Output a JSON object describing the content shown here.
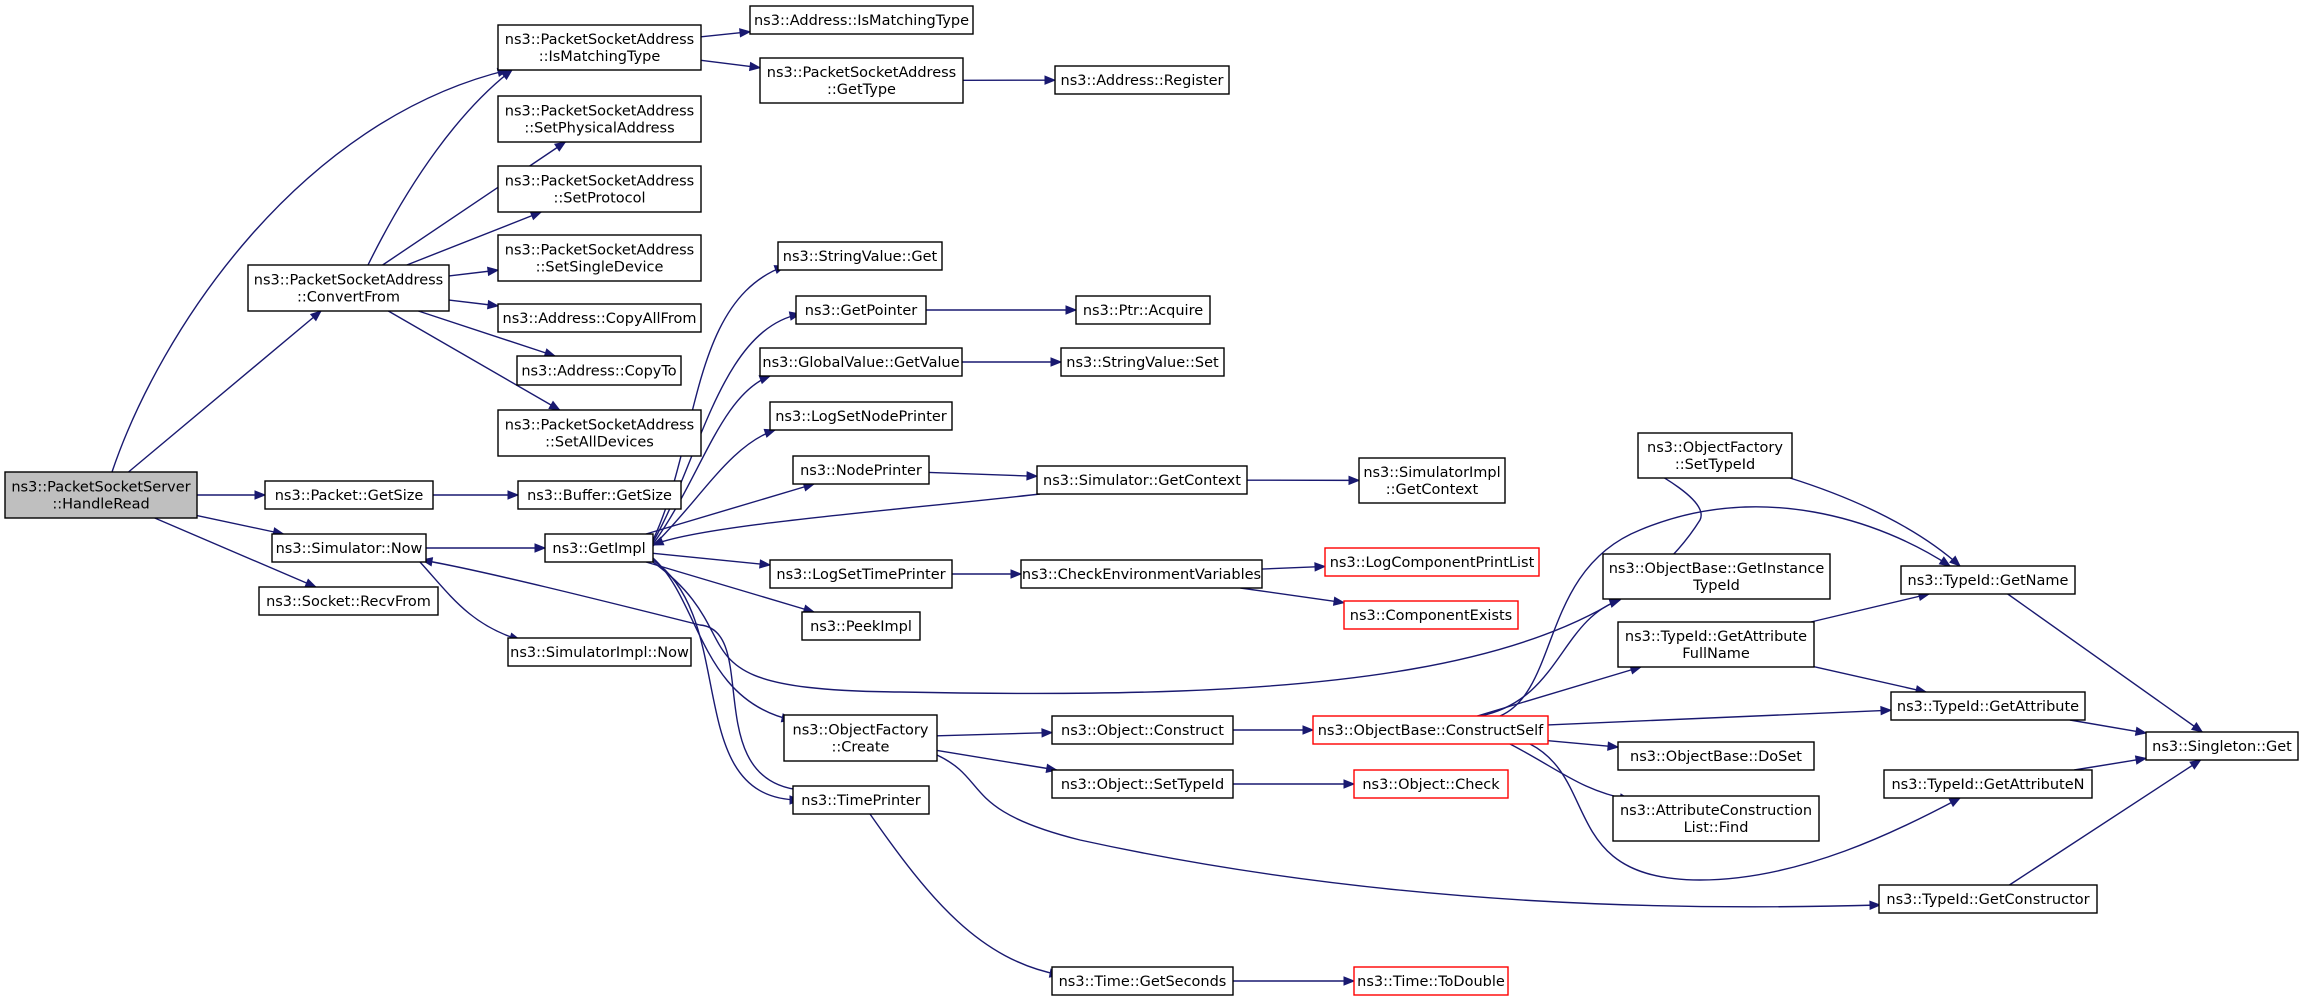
{
  "diagram": {
    "type": "call-graph",
    "colors": {
      "edge": "#191970",
      "root_fill": "#bfbfbf",
      "node_border": "#000000",
      "truncated_border": "#ff0000"
    }
  },
  "nodes": [
    {
      "id": "handleread",
      "lines": [
        "ns3::PacketSocketServer",
        "::HandleRead"
      ],
      "style": "root"
    },
    {
      "id": "psa_ismatching",
      "lines": [
        "ns3::PacketSocketAddress",
        "::IsMatchingType"
      ]
    },
    {
      "id": "addr_ismatching",
      "lines": [
        "ns3::Address::IsMatchingType"
      ]
    },
    {
      "id": "psa_gettype",
      "lines": [
        "ns3::PacketSocketAddress",
        "::GetType"
      ]
    },
    {
      "id": "addr_register",
      "lines": [
        "ns3::Address::Register"
      ]
    },
    {
      "id": "psa_setphysical",
      "lines": [
        "ns3::PacketSocketAddress",
        "::SetPhysicalAddress"
      ]
    },
    {
      "id": "psa_setprotocol",
      "lines": [
        "ns3::PacketSocketAddress",
        "::SetProtocol"
      ]
    },
    {
      "id": "psa_setsingle",
      "lines": [
        "ns3::PacketSocketAddress",
        "::SetSingleDevice"
      ]
    },
    {
      "id": "psa_convertfrom",
      "lines": [
        "ns3::PacketSocketAddress",
        "::ConvertFrom"
      ]
    },
    {
      "id": "addr_copyallfrom",
      "lines": [
        "ns3::Address::CopyAllFrom"
      ]
    },
    {
      "id": "addr_copyto",
      "lines": [
        "ns3::Address::CopyTo"
      ]
    },
    {
      "id": "psa_setalldevices",
      "lines": [
        "ns3::PacketSocketAddress",
        "::SetAllDevices"
      ]
    },
    {
      "id": "packet_getsize",
      "lines": [
        "ns3::Packet::GetSize"
      ]
    },
    {
      "id": "buffer_getsize",
      "lines": [
        "ns3::Buffer::GetSize"
      ]
    },
    {
      "id": "sim_now",
      "lines": [
        "ns3::Simulator::Now"
      ]
    },
    {
      "id": "socket_recvfrom",
      "lines": [
        "ns3::Socket::RecvFrom"
      ]
    },
    {
      "id": "getimpl",
      "lines": [
        "ns3::GetImpl"
      ]
    },
    {
      "id": "simimpl_now",
      "lines": [
        "ns3::SimulatorImpl::Now"
      ]
    },
    {
      "id": "stringvalue_get",
      "lines": [
        "ns3::StringValue::Get"
      ]
    },
    {
      "id": "getpointer",
      "lines": [
        "ns3::GetPointer"
      ]
    },
    {
      "id": "ptr_acquire",
      "lines": [
        "ns3::Ptr::Acquire"
      ]
    },
    {
      "id": "globalvalue_getvalue",
      "lines": [
        "ns3::GlobalValue::GetValue"
      ]
    },
    {
      "id": "stringvalue_set",
      "lines": [
        "ns3::StringValue::Set"
      ]
    },
    {
      "id": "logsetnodeprinter",
      "lines": [
        "ns3::LogSetNodePrinter"
      ]
    },
    {
      "id": "nodeprinter",
      "lines": [
        "ns3::NodePrinter"
      ]
    },
    {
      "id": "sim_getcontext",
      "lines": [
        "ns3::Simulator::GetContext"
      ]
    },
    {
      "id": "simimpl_getcontext",
      "lines": [
        "ns3::SimulatorImpl",
        "::GetContext"
      ]
    },
    {
      "id": "logsettimeprinter",
      "lines": [
        "ns3::LogSetTimePrinter"
      ]
    },
    {
      "id": "checkenv",
      "lines": [
        "ns3::CheckEnvironmentVariables"
      ]
    },
    {
      "id": "logcomponentprintlist",
      "lines": [
        "ns3::LogComponentPrintList"
      ],
      "style": "red"
    },
    {
      "id": "componentexists",
      "lines": [
        "ns3::ComponentExists"
      ],
      "style": "red"
    },
    {
      "id": "peekimpl",
      "lines": [
        "ns3::PeekImpl"
      ]
    },
    {
      "id": "objectfactory_create",
      "lines": [
        "ns3::ObjectFactory",
        "::Create"
      ]
    },
    {
      "id": "timeprinter",
      "lines": [
        "ns3::TimePrinter"
      ]
    },
    {
      "id": "object_construct",
      "lines": [
        "ns3::Object::Construct"
      ]
    },
    {
      "id": "object_settypeid",
      "lines": [
        "ns3::Object::SetTypeId"
      ]
    },
    {
      "id": "objectbase_constructself",
      "lines": [
        "ns3::ObjectBase::ConstructSelf"
      ],
      "style": "red"
    },
    {
      "id": "object_check",
      "lines": [
        "ns3::Object::Check"
      ],
      "style": "red"
    },
    {
      "id": "time_getseconds",
      "lines": [
        "ns3::Time::GetSeconds"
      ]
    },
    {
      "id": "time_todouble",
      "lines": [
        "ns3::Time::ToDouble"
      ],
      "style": "red"
    },
    {
      "id": "objectfactory_settypeid",
      "lines": [
        "ns3::ObjectFactory",
        "::SetTypeId"
      ]
    },
    {
      "id": "objectbase_getinstancetypeid",
      "lines": [
        "ns3::ObjectBase::GetInstance",
        "TypeId"
      ]
    },
    {
      "id": "typeid_getattributefullname",
      "lines": [
        "ns3::TypeId::GetAttribute",
        "FullName"
      ]
    },
    {
      "id": "objectbase_doset",
      "lines": [
        "ns3::ObjectBase::DoSet"
      ]
    },
    {
      "id": "attrconstructionlist_find",
      "lines": [
        "ns3::AttributeConstruction",
        "List::Find"
      ]
    },
    {
      "id": "typeid_getname",
      "lines": [
        "ns3::TypeId::GetName"
      ]
    },
    {
      "id": "typeid_getattribute",
      "lines": [
        "ns3::TypeId::GetAttribute"
      ]
    },
    {
      "id": "typeid_getattributen",
      "lines": [
        "ns3::TypeId::GetAttributeN"
      ]
    },
    {
      "id": "typeid_getconstructor",
      "lines": [
        "ns3::TypeId::GetConstructor"
      ]
    },
    {
      "id": "singleton_get",
      "lines": [
        "ns3::Singleton::Get"
      ]
    }
  ],
  "edges": [
    [
      "handleread",
      "psa_ismatching"
    ],
    [
      "handleread",
      "psa_convertfrom"
    ],
    [
      "handleread",
      "packet_getsize"
    ],
    [
      "handleread",
      "sim_now"
    ],
    [
      "handleread",
      "socket_recvfrom"
    ],
    [
      "psa_ismatching",
      "addr_ismatching"
    ],
    [
      "psa_ismatching",
      "psa_gettype"
    ],
    [
      "psa_gettype",
      "addr_register"
    ],
    [
      "psa_convertfrom",
      "psa_ismatching"
    ],
    [
      "psa_convertfrom",
      "psa_setphysical"
    ],
    [
      "psa_convertfrom",
      "psa_setprotocol"
    ],
    [
      "psa_convertfrom",
      "psa_setsingle"
    ],
    [
      "psa_convertfrom",
      "addr_copyallfrom"
    ],
    [
      "psa_convertfrom",
      "addr_copyto"
    ],
    [
      "psa_convertfrom",
      "psa_setalldevices"
    ],
    [
      "packet_getsize",
      "buffer_getsize"
    ],
    [
      "sim_now",
      "getimpl"
    ],
    [
      "sim_now",
      "simimpl_now"
    ],
    [
      "getimpl",
      "stringvalue_get"
    ],
    [
      "getimpl",
      "getpointer"
    ],
    [
      "getimpl",
      "globalvalue_getvalue"
    ],
    [
      "getimpl",
      "logsetnodeprinter"
    ],
    [
      "getimpl",
      "nodeprinter"
    ],
    [
      "getimpl",
      "logsettimeprinter"
    ],
    [
      "getimpl",
      "peekimpl"
    ],
    [
      "getimpl",
      "objectfactory_create"
    ],
    [
      "getimpl",
      "timeprinter"
    ],
    [
      "getimpl",
      "objectfactory_settypeid"
    ],
    [
      "getpointer",
      "ptr_acquire"
    ],
    [
      "globalvalue_getvalue",
      "stringvalue_set"
    ],
    [
      "nodeprinter",
      "sim_getcontext"
    ],
    [
      "sim_getcontext",
      "simimpl_getcontext"
    ],
    [
      "sim_getcontext",
      "getimpl"
    ],
    [
      "logsettimeprinter",
      "checkenv"
    ],
    [
      "checkenv",
      "logcomponentprintlist"
    ],
    [
      "checkenv",
      "componentexists"
    ],
    [
      "objectfactory_create",
      "object_construct"
    ],
    [
      "objectfactory_create",
      "object_settypeid"
    ],
    [
      "objectfactory_create",
      "typeid_getconstructor"
    ],
    [
      "object_construct",
      "objectbase_constructself"
    ],
    [
      "object_settypeid",
      "object_check"
    ],
    [
      "timeprinter",
      "sim_now"
    ],
    [
      "timeprinter",
      "time_getseconds"
    ],
    [
      "time_getseconds",
      "time_todouble"
    ],
    [
      "objectbase_constructself",
      "objectbase_getinstancetypeid"
    ],
    [
      "objectbase_constructself",
      "typeid_getattributefullname"
    ],
    [
      "objectbase_constructself",
      "typeid_getattribute"
    ],
    [
      "objectbase_constructself",
      "objectbase_doset"
    ],
    [
      "objectbase_constructself",
      "attrconstructionlist_find"
    ],
    [
      "objectbase_constructself",
      "typeid_getattributen"
    ],
    [
      "objectbase_constructself",
      "typeid_getname"
    ],
    [
      "objectfactory_settypeid",
      "typeid_getname"
    ],
    [
      "typeid_getattributefullname",
      "typeid_getname"
    ],
    [
      "typeid_getattributefullname",
      "typeid_getattribute"
    ],
    [
      "typeid_getname",
      "singleton_get"
    ],
    [
      "typeid_getattribute",
      "singleton_get"
    ],
    [
      "typeid_getattributen",
      "singleton_get"
    ],
    [
      "typeid_getconstructor",
      "singleton_get"
    ]
  ]
}
